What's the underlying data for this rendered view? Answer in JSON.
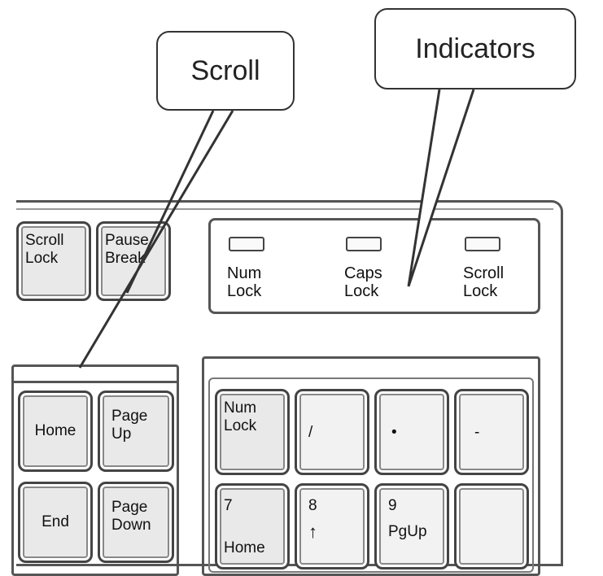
{
  "callouts": {
    "scroll": "Scroll",
    "indicators": "Indicators"
  },
  "keys": {
    "scroll_lock": [
      "Scroll",
      "Lock"
    ],
    "pause_break": [
      "Pause",
      "Break"
    ],
    "home": "Home",
    "page_up": [
      "Page",
      "Up"
    ],
    "end": "End",
    "page_down": [
      "Page",
      "Down"
    ],
    "num_lock": [
      "Num",
      "Lock"
    ],
    "slash": "/",
    "asterisk": "•",
    "minus": "-",
    "n7": [
      "7",
      "Home"
    ],
    "n8": [
      "8",
      "↑"
    ],
    "n9": [
      "9",
      "PgUp"
    ]
  },
  "indicators": [
    {
      "line1": "Num",
      "line2": "Lock"
    },
    {
      "line1": "Caps",
      "line2": "Lock"
    },
    {
      "line1": "Scroll",
      "line2": "Lock"
    }
  ]
}
